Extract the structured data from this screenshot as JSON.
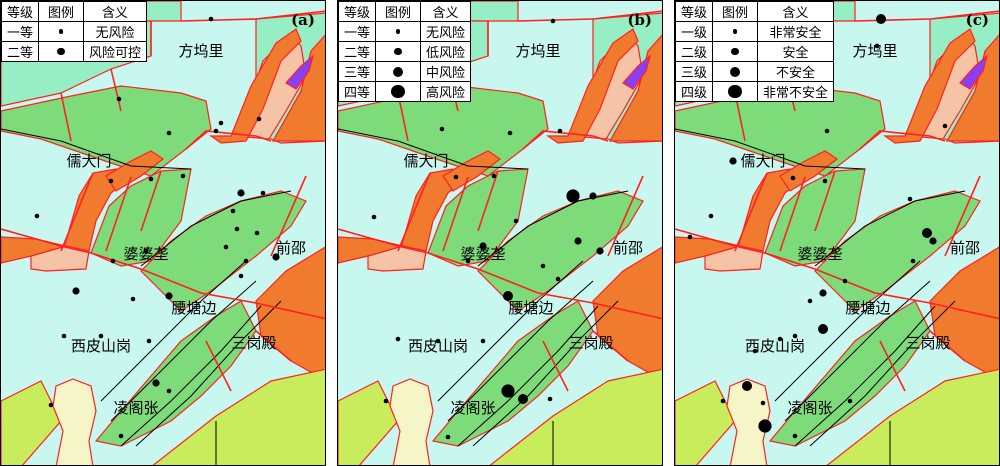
{
  "panels": [
    {
      "letter": "(a)",
      "legend": {
        "headers": [
          "等级",
          "图例",
          "含义"
        ],
        "rows": [
          {
            "grade": "一等",
            "meaning": "无风险",
            "dot_level": 1
          },
          {
            "grade": "二等",
            "meaning": "风险可控",
            "dot_level": 2
          }
        ]
      }
    },
    {
      "letter": "(b)",
      "legend": {
        "headers": [
          "等级",
          "图例",
          "含义"
        ],
        "rows": [
          {
            "grade": "一等",
            "meaning": "无风险",
            "dot_level": 1
          },
          {
            "grade": "二等",
            "meaning": "低风险",
            "dot_level": 2
          },
          {
            "grade": "三等",
            "meaning": "中风险",
            "dot_level": 3
          },
          {
            "grade": "四等",
            "meaning": "高风险",
            "dot_level": 4
          }
        ]
      }
    },
    {
      "letter": "(c)",
      "legend": {
        "headers": [
          "等级",
          "图例",
          "含义"
        ],
        "rows": [
          {
            "grade": "一级",
            "meaning": "非常安全",
            "dot_level": 1
          },
          {
            "grade": "二级",
            "meaning": "安全",
            "dot_level": 2
          },
          {
            "grade": "三级",
            "meaning": "不安全",
            "dot_level": 3
          },
          {
            "grade": "四级",
            "meaning": "非常不安全",
            "dot_level": 4
          }
        ]
      }
    }
  ],
  "place_names": [
    "方坞里",
    "儒大门",
    "婆婆垄",
    "前邵",
    "腰塘边",
    "西皮山岗",
    "三岗殿",
    "凌阁张"
  ],
  "colors": {
    "background": "#c8f7ef",
    "mint": "#96eec4",
    "green": "#7edb79",
    "orange": "#f07a2d",
    "peach": "#f5c4a6",
    "yellow_green": "#c8ec5c",
    "cream": "#f6f5c8",
    "purple": "#8a3ff2",
    "fault": "#ff2020",
    "contact": "#000000"
  }
}
